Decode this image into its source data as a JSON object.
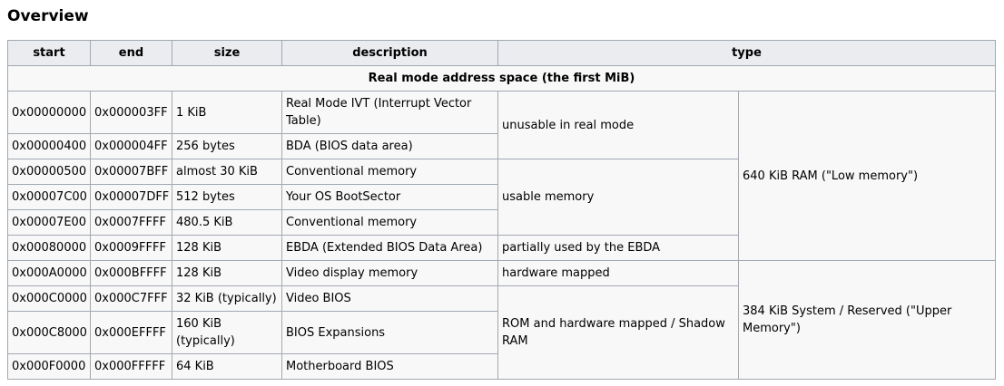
{
  "heading": "Overview",
  "table": {
    "headers": {
      "start": "start",
      "end": "end",
      "size": "size",
      "description": "description",
      "type": "type"
    },
    "section_title": "Real mode address space (the first MiB)",
    "rows": [
      {
        "start": "0x00000000",
        "end": "0x000003FF",
        "size": "1 KiB",
        "description": "Real Mode IVT (Interrupt Vector Table)"
      },
      {
        "start": "0x00000400",
        "end": "0x000004FF",
        "size": "256 bytes",
        "description": "BDA (BIOS data area)"
      },
      {
        "start": "0x00000500",
        "end": "0x00007BFF",
        "size": "almost 30 KiB",
        "description": "Conventional memory"
      },
      {
        "start": "0x00007C00",
        "end": "0x00007DFF",
        "size": "512 bytes",
        "description": "Your OS BootSector"
      },
      {
        "start": "0x00007E00",
        "end": "0x0007FFFF",
        "size": "480.5 KiB",
        "description": "Conventional memory"
      },
      {
        "start": "0x00080000",
        "end": "0x0009FFFF",
        "size": "128 KiB",
        "description": "EBDA (Extended BIOS Data Area)"
      },
      {
        "start": "0x000A0000",
        "end": "0x000BFFFF",
        "size": "128 KiB",
        "description": "Video display memory"
      },
      {
        "start": "0x000C0000",
        "end": "0x000C7FFF",
        "size": "32 KiB (typically)",
        "description": "Video BIOS"
      },
      {
        "start": "0x000C8000",
        "end": "0x000EFFFF",
        "size": "160 KiB (typically)",
        "description": "BIOS Expansions"
      },
      {
        "start": "0x000F0000",
        "end": "0x000FFFFF",
        "size": "64 KiB",
        "description": "Motherboard BIOS"
      }
    ],
    "usage": {
      "unusable": "unusable in real mode",
      "usable": "usable memory",
      "ebda": "partially used by the EBDA",
      "hardware": "hardware mapped",
      "rom": "ROM and hardware mapped / Shadow RAM"
    },
    "region": {
      "low": "640 KiB RAM (\"Low memory\")",
      "upper": "384 KiB System / Reserved (\"Upper Memory\")"
    }
  }
}
